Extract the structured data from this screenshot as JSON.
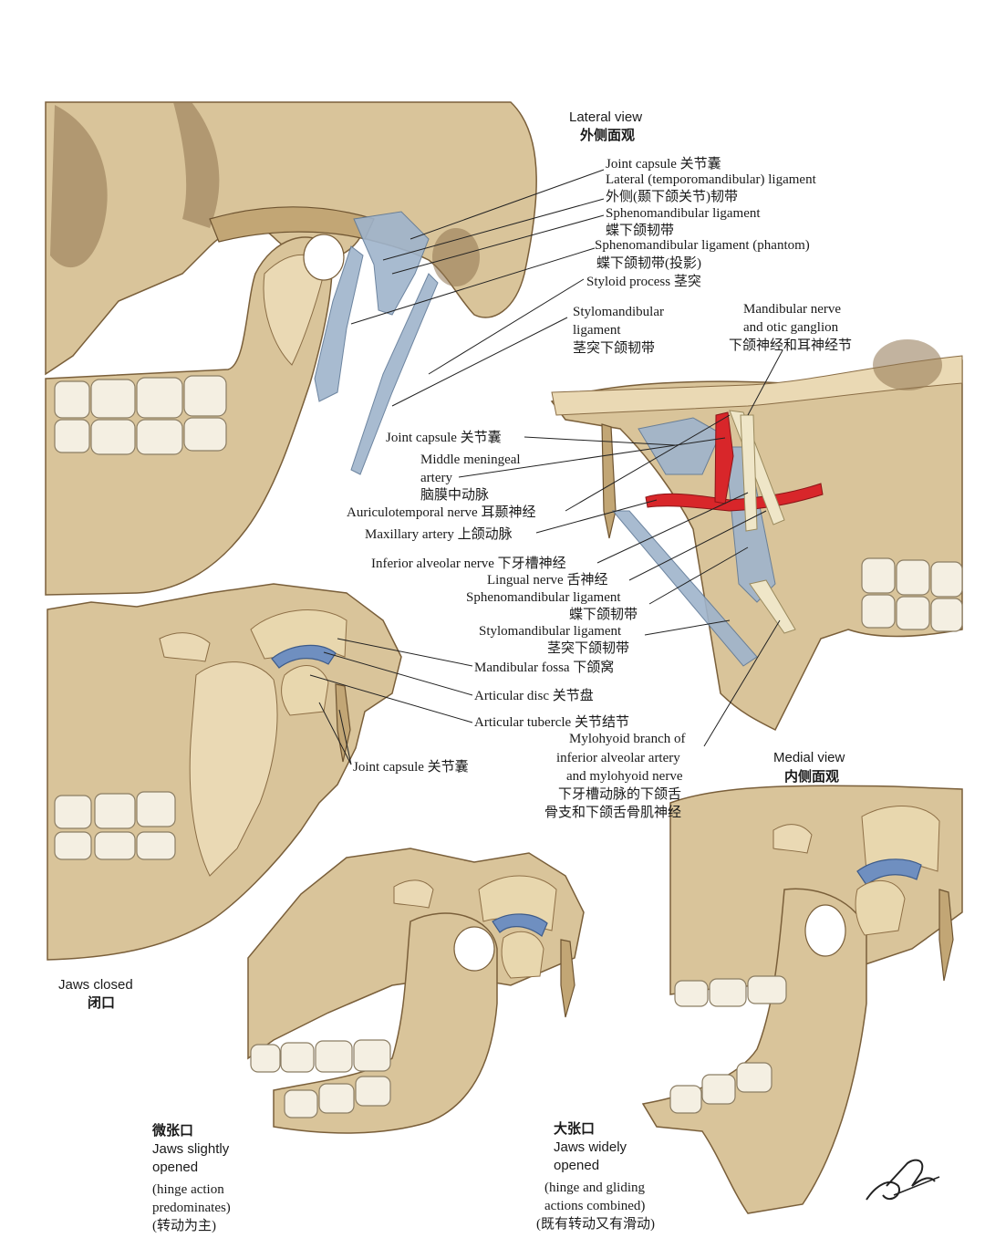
{
  "views": {
    "lateral": {
      "en": "Lateral view",
      "zh": "外侧面观"
    },
    "medial": {
      "en": "Medial view",
      "zh": "内侧面观"
    },
    "jaws_closed": {
      "en": "Jaws closed",
      "zh": "闭口"
    },
    "slightly_opened": {
      "zh": "微张口",
      "en1": "Jaws slightly",
      "en2": "opened",
      "note1": "(hinge action",
      "note2": "predominates)",
      "note_zh": "(转动为主)"
    },
    "widely_opened": {
      "zh": "大张口",
      "en1": "Jaws widely",
      "en2": "opened",
      "note1": "(hinge and gliding",
      "note2": "actions combined)",
      "note_zh": "(既有转动又有滑动)"
    }
  },
  "lateral_labels": {
    "joint_capsule": "Joint capsule 关节囊",
    "lateral_ligament_en": "Lateral (temporomandibular) ligament",
    "lateral_ligament_zh": "外侧(颞下颌关节)韧带",
    "spheno_en": "Sphenomandibular ligament",
    "spheno_zh": "蝶下颌韧带",
    "spheno_phantom_en": "Sphenomandibular ligament (phantom)",
    "spheno_phantom_zh": "蝶下颌韧带(投影)",
    "styloid": "Styloid process 茎突",
    "stylo_en1": "Stylomandibular",
    "stylo_en2": "ligament",
    "stylo_zh": "茎突下颌韧带"
  },
  "medial_labels": {
    "mand_nerve_en1": "Mandibular nerve",
    "mand_nerve_en2": "and otic ganglion",
    "mand_nerve_zh": "下颌神经和耳神经节",
    "joint_capsule": "Joint capsule 关节囊",
    "mma_en1": "Middle meningeal",
    "mma_en2": "artery",
    "mma_zh": "脑膜中动脉",
    "auriculotemporal": "Auriculotemporal nerve 耳颞神经",
    "maxillary": "Maxillary artery 上颌动脉",
    "inferior_alveolar": "Inferior alveolar nerve 下牙槽神经",
    "lingual": "Lingual nerve 舌神经",
    "spheno_en": "Sphenomandibular ligament",
    "spheno_zh": "蝶下颌韧带",
    "stylo_en": "Stylomandibular ligament",
    "stylo_zh": "茎突下颌韧带",
    "mylohyoid_1": "Mylohyoid branch of",
    "mylohyoid_2": "inferior alveolar artery",
    "mylohyoid_3": "and mylohyoid nerve",
    "mylohyoid_4": "下牙槽动脉的下颌舌",
    "mylohyoid_5": "骨支和下颌舌骨肌神经"
  },
  "section_labels": {
    "fossa": "Mandibular fossa 下颌窝",
    "disc": "Articular disc 关节盘",
    "tubercle": "Articular tubercle 关节结节",
    "capsule": "Joint capsule 关节囊"
  },
  "signature": "F. Netter M.D."
}
